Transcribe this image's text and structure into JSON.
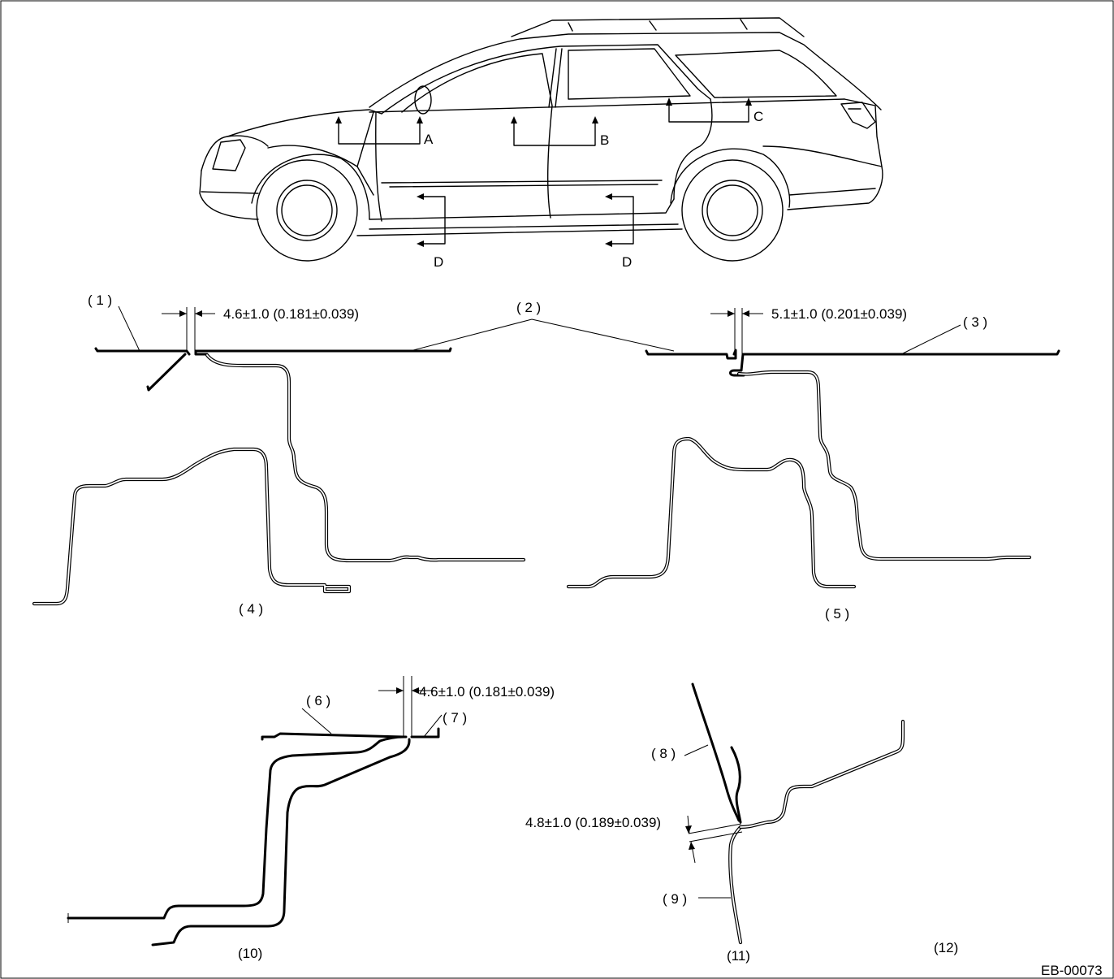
{
  "section_labels": {
    "a": "A",
    "b": "B",
    "c": "C",
    "d1": "D",
    "d2": "D"
  },
  "callouts": {
    "c1": "( 1 )",
    "c2": "( 2 )",
    "c3": "( 3 )",
    "c4": "( 4 )",
    "c5": "( 5 )",
    "c6": "( 6 )",
    "c7": "( 7 )",
    "c8": "( 8 )",
    "c9": "( 9 )",
    "c10": "(10)",
    "c11": "(11)",
    "c12": "(12)"
  },
  "dimensions": {
    "section_a": "4.6±1.0 (0.181±0.039)",
    "section_b": "5.1±1.0 (0.201±0.039)",
    "section_c": "4.6±1.0 (0.181±0.039)",
    "section_d": "4.8±1.0 (0.189±0.039)"
  },
  "figure_code": "EB-00073"
}
